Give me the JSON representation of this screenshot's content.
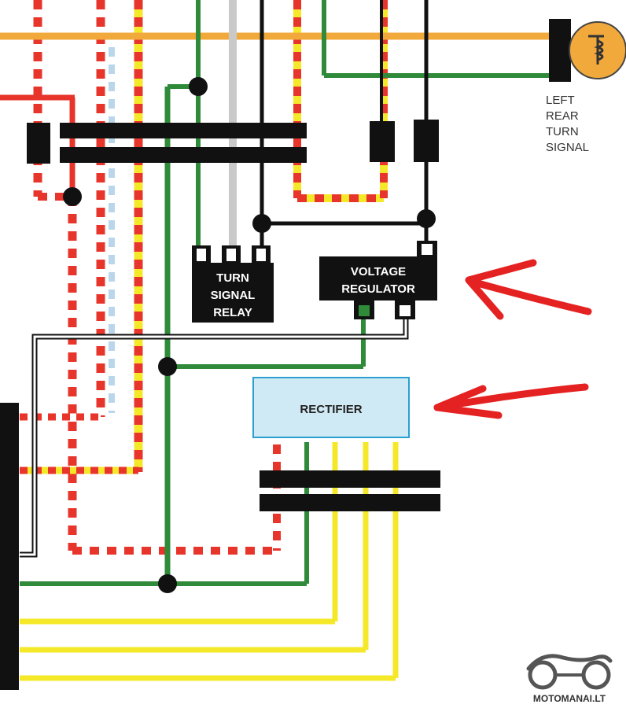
{
  "components": {
    "turn_signal": {
      "lines": [
        "LEFT",
        "REAR",
        "TURN",
        "SIGNAL"
      ]
    },
    "relay": {
      "lines": [
        "TURN",
        "SIGNAL",
        "RELAY"
      ]
    },
    "regulator": {
      "lines": [
        "VOLTAGE",
        "REGULATOR"
      ]
    },
    "rectifier": {
      "label": "RECTIFIER"
    }
  },
  "watermark": {
    "text": "MOTOMANAI.LT"
  },
  "colors": {
    "red": "#e8352b",
    "orange": "#f2a93b",
    "yellow": "#f5e829",
    "green": "#2f8a3a",
    "light_blue": "#b9d6ea",
    "gray": "#c9c9c9",
    "black": "#111111",
    "rectifier_fill": "#cfe9f5",
    "arrow": "#e52222"
  }
}
